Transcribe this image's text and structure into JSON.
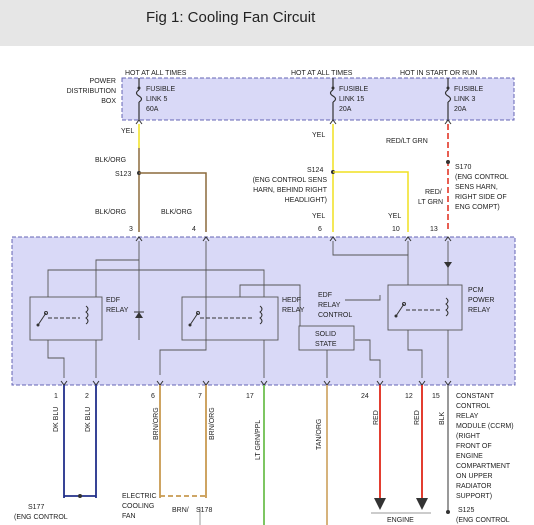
{
  "title": "Fig 1: Cooling Fan Circuit",
  "pdb": {
    "label": [
      "POWER",
      "DISTRIBUTION",
      "BOX"
    ],
    "hot_labels": [
      "HOT AT ALL TIMES",
      "HOT AT ALL TIMES",
      "HOT IN START OR RUN"
    ],
    "fuses": [
      {
        "l1": "FUSIBLE",
        "l2": "LINK 5",
        "l3": "60A"
      },
      {
        "l1": "FUSIBLE",
        "l2": "LINK 15",
        "l3": "20A"
      },
      {
        "l1": "FUSIBLE",
        "l2": "LINK 3",
        "l3": "20A"
      }
    ]
  },
  "wires_top": {
    "yel_1": "YEL",
    "blk_org_1": "BLK/ORG",
    "s123": "S123",
    "blk_org_2": "BLK/ORG",
    "blk_org_3": "BLK/ORG",
    "yel_2": "YEL",
    "s124": "S124",
    "s124_desc": [
      "(ENG CONTROL SENS",
      "HARN, BEHIND RIGHT",
      "HEADLIGHT)"
    ],
    "yel_3": "YEL",
    "yel_4": "YEL",
    "red_lt_grn_1": "RED/LT GRN",
    "s170": "S170",
    "s170_desc": [
      "(ENG CONTROL",
      "SENS HARN,",
      "RIGHT SIDE OF",
      "ENG COMPT)"
    ],
    "red_lt_grn_2": [
      "RED/",
      "LT GRN"
    ]
  },
  "pins_top": [
    "3",
    "4",
    "6",
    "10",
    "13"
  ],
  "module": {
    "edf_relay": [
      "EDF",
      "RELAY"
    ],
    "hedf_relay": [
      "HEDF",
      "RELAY"
    ],
    "edf_relay_control": [
      "EDF",
      "RELAY",
      "CONTROL"
    ],
    "solid_state": [
      "SOLID",
      "STATE"
    ],
    "pcm_relay": [
      "PCM",
      "POWER",
      "RELAY"
    ],
    "ccrm": [
      "CONSTANT",
      "CONTROL",
      "RELAY",
      "MODULE (CCRM)",
      "(RIGHT",
      "FRONT OF",
      "ENGINE",
      "COMPARTMENT",
      "ON UPPER",
      "RADIATOR",
      "SUPPORT)"
    ]
  },
  "pins_bottom": [
    "1",
    "2",
    "6",
    "7",
    "17",
    "24",
    "12",
    "15"
  ],
  "wires_bottom": {
    "dk_blu_1": "DK BLU",
    "dk_blu_2": "DK BLU",
    "brn_org_1": "BRN/ORG",
    "brn_org_2": "BRN/ORG",
    "lt_grn_ppl": "LT GRN/PPL",
    "tan_org": "TAN/ORG",
    "red_1": "RED",
    "red_2": "RED",
    "blk": "BLK"
  },
  "bottom": {
    "s177": "S177",
    "s177_desc": "(ENG CONTROL",
    "electric_fan": [
      "ELECTRIC",
      "COOLING",
      "FAN"
    ],
    "brn": "BRN/",
    "s178": "S178",
    "engine": "ENGINE",
    "s125": "S125",
    "s125_desc": "(ENG CONTROL"
  },
  "colors": {
    "header_bg": "#e6e6e6",
    "module_fill": "#d9d9f7",
    "module_border": "#6464b4",
    "yellow": "#f0e020",
    "red": "#e02818",
    "brown": "#8c6a3c",
    "tan_orange": "#c89a50",
    "green": "#70c050",
    "dark_blue": "#22308a",
    "black": "#333333",
    "gray": "#888888"
  }
}
